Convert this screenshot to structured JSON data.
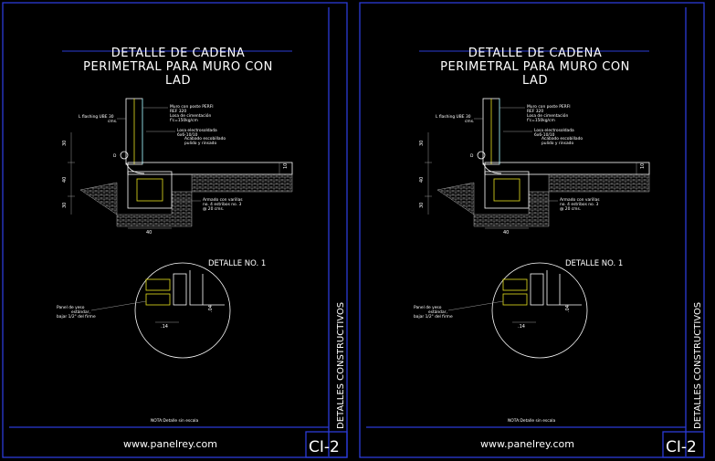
{
  "sheets": [
    {
      "title_lines": [
        "DETALLE DE CADENA",
        "PERIMETRAL PARA MURO CON",
        "LAD"
      ],
      "callouts_left": [
        "L flashing UBE 30",
        "cms."
      ],
      "callouts_right": [
        "Muro con poste PERFI",
        "REF 320",
        "Losa de cimentación",
        "f'c=150kg/cm",
        "Losa electrosoldada",
        "6x6-10/10",
        "Acabado escobillado",
        "pulido y rinsado",
        "Armado con varillas",
        "no. 4 estribos no. 3",
        "@ 20 cms."
      ],
      "dims": {
        "d30": "30",
        "d40": "40",
        "d30b": "30",
        "bottom": "40",
        "slab": "10"
      },
      "cut_marker": "D",
      "detail_title": "DETALLE NO. 1",
      "detail_callout": [
        "Panel de yeso",
        "estándar,",
        "bajar 1/2\" del firme"
      ],
      "detail_dims": {
        "h": ".14",
        "v": ".04"
      },
      "note": "NOTA:Detalle sin escala",
      "side_label": "DETALLES CONSTRUCTIVOS",
      "website": "www.panelrey.com",
      "sheet_code": "CI-2"
    },
    {
      "title_lines": [
        "DETALLE DE CADENA",
        "PERIMETRAL PARA MURO CON",
        "LAD"
      ],
      "callouts_left": [
        "L flashing UBE 30",
        "cms."
      ],
      "callouts_right": [
        "Muro con poste PERFI",
        "REF 320",
        "Losa de cimentación",
        "f'c=150kg/cm",
        "Losa electrosoldada",
        "6x6-10/10",
        "Acabado escobillado",
        "pulido y rinsado",
        "Armado con varillas",
        "no. 4 estribos no. 3",
        "@ 20 cms."
      ],
      "dims": {
        "d30": "30",
        "d40": "40",
        "d30b": "30",
        "bottom": "40",
        "slab": "10"
      },
      "cut_marker": "D",
      "detail_title": "DETALLE NO. 1",
      "detail_callout": [
        "Panel de yeso",
        "estándar,",
        "bajar 1/2\" del firme"
      ],
      "detail_dims": {
        "h": ".14",
        "v": ".04"
      },
      "note": "NOTA:Detalle sin escala",
      "side_label": "DETALLES CONSTRUCTIVOS",
      "website": "www.panelrey.com",
      "sheet_code": "CI-2"
    }
  ],
  "colors": {
    "frame": "#2b3bd6",
    "line": "#ffffff",
    "accent": "#e6e020",
    "background": "#000000"
  }
}
